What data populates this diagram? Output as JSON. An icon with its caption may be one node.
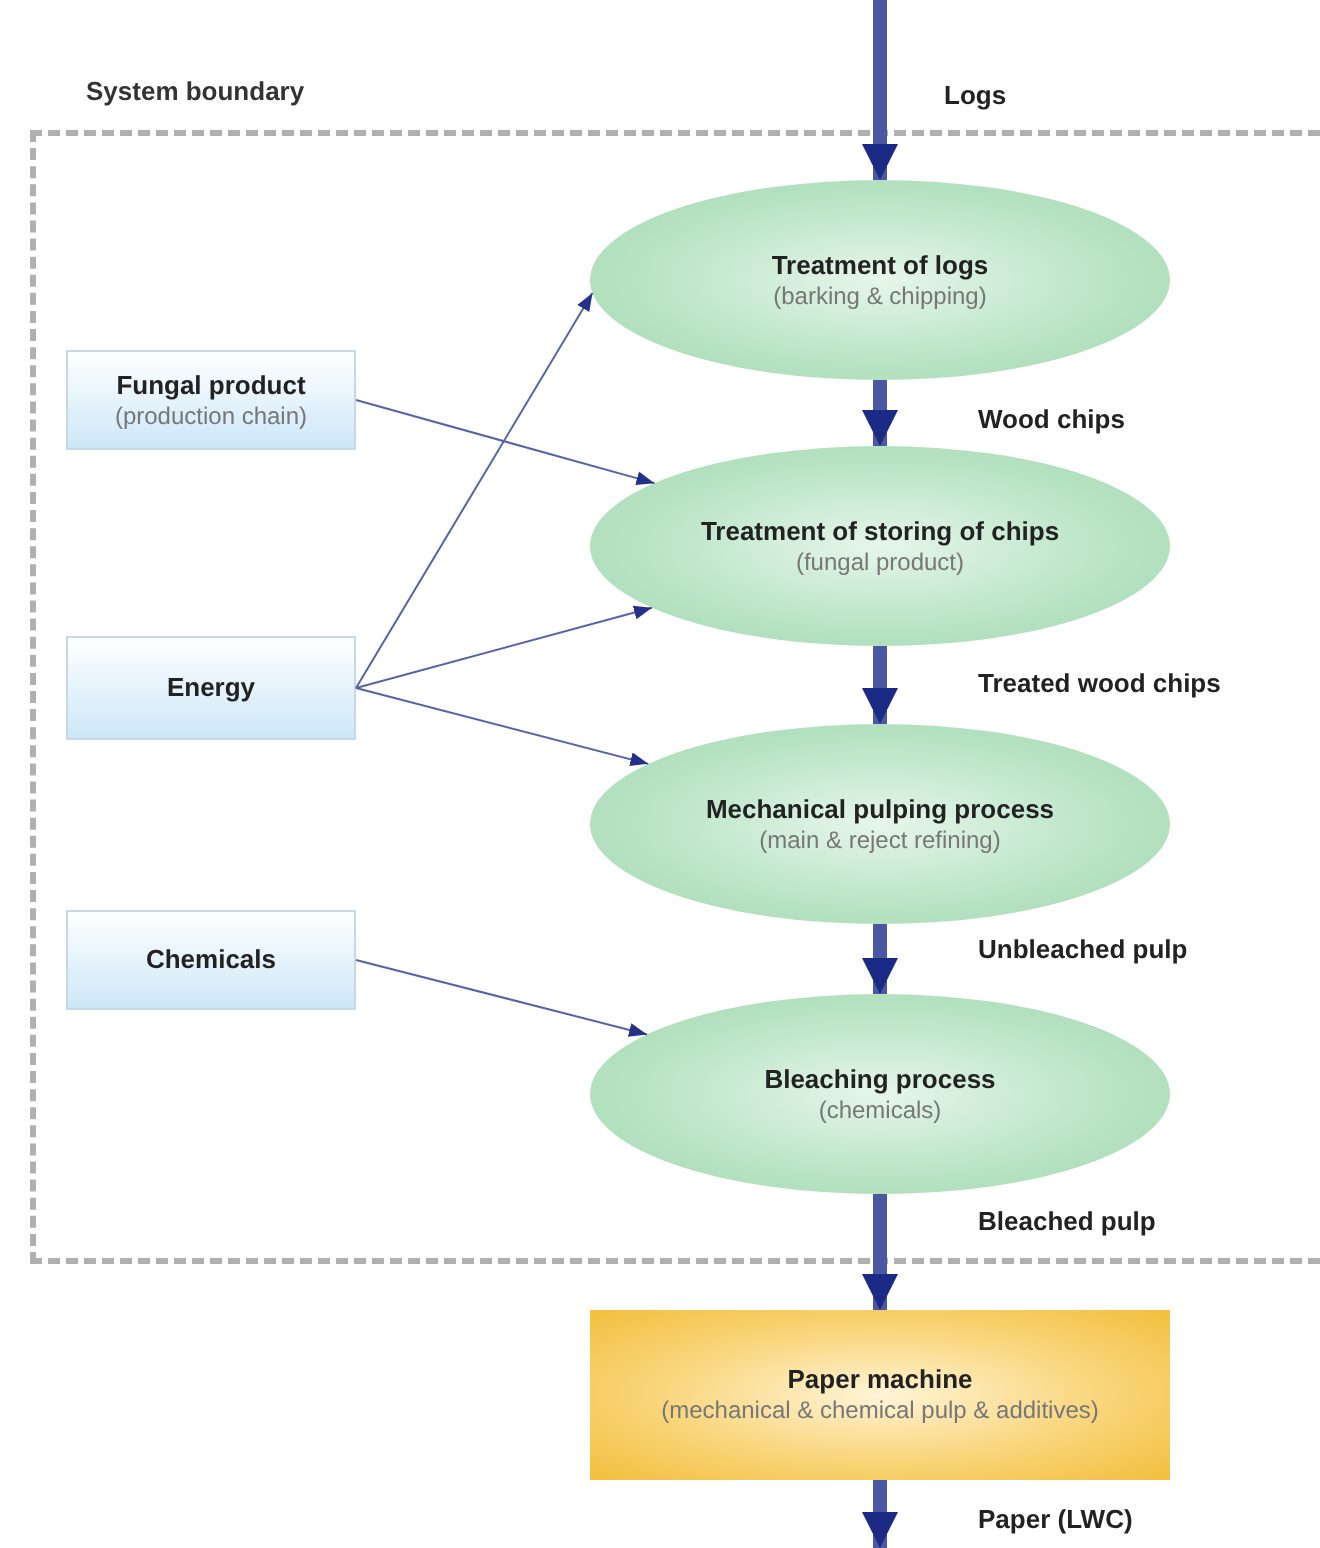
{
  "diagram": {
    "nodes": [
      {
        "text": [
          "System boundary"
        ]
      },
      {
        "text": [
          "Treatment of logs",
          "(barking & chipping)"
        ],
        "in": 0
      },
      {
        "text": [
          "Fungal product",
          "(production chain)"
        ],
        "in": 0
      },
      {
        "text": [
          "Treatment of storing of chips",
          "(fungal product)"
        ],
        "in": 0
      },
      {
        "text": [
          "Energy"
        ],
        "in": 0
      },
      {
        "text": [
          "Mechanical pulping process",
          "(main & reject refining)"
        ],
        "in": 0
      },
      {
        "text": [
          "Chemicals"
        ],
        "in": 0
      },
      {
        "text": [
          "Bleaching process",
          "(chemicals)"
        ],
        "in": 0
      },
      {
        "text": [
          "Paper machine",
          "(mechanical & chemical pulp & additives)"
        ]
      }
    ],
    "edges": [
      {
        "from": null,
        "to": 1,
        "arrow": "to",
        "label": "Logs"
      },
      {
        "from": 1,
        "to": 3,
        "arrow": "to",
        "label": "Wood chips"
      },
      {
        "from": 3,
        "to": 5,
        "arrow": "to",
        "label": "Treated wood chips"
      },
      {
        "from": 5,
        "to": 7,
        "arrow": "to",
        "label": "Unbleached pulp"
      },
      {
        "from": 7,
        "to": 8,
        "arrow": "to",
        "label": "Bleached pulp"
      },
      {
        "from": 8,
        "to": null,
        "arrow": "to",
        "label": "Paper (LWC)"
      },
      {
        "from": 2,
        "to": 3,
        "arrow": "to"
      },
      {
        "from": 4,
        "to": 1,
        "arrow": "to"
      },
      {
        "from": 4,
        "to": 3,
        "arrow": "to"
      },
      {
        "from": 4,
        "to": 5,
        "arrow": "to"
      },
      {
        "from": 6,
        "to": 7,
        "arrow": "to"
      }
    ]
  }
}
